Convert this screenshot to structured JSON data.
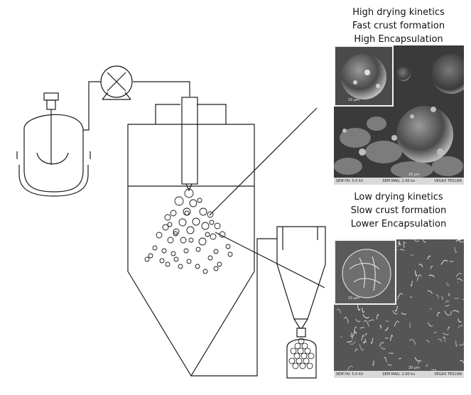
{
  "captions": {
    "top": [
      "High drying kinetics",
      "Fast crust formation",
      "High Encapsulation"
    ],
    "bottom": [
      "Low drying kinetics",
      "Slow crust formation",
      "Lower Encapsulation"
    ]
  },
  "micrographs": {
    "top": {
      "inset_scale": "10 µm",
      "main_scale": "20 µm",
      "footer": [
        "SEM HV: 5.0 kV",
        "SEM MAG: 2.00 kx",
        "VEGA3 TESCAN"
      ]
    },
    "bottom": {
      "inset_scale": "10 µm",
      "main_scale": "20 µm",
      "footer": [
        "SEM HV: 5.0 kV",
        "SEM MAG: 2.00 kx",
        "VEGA3 TESCAN"
      ]
    }
  },
  "icons": [
    "feed-tank-icon",
    "pump-icon",
    "atomizer-nozzle-icon",
    "drying-chamber-icon",
    "cyclone-separator-icon",
    "collection-vessel-icon"
  ],
  "colors": {
    "line": "#1a1a1a",
    "background": "#ffffff"
  }
}
